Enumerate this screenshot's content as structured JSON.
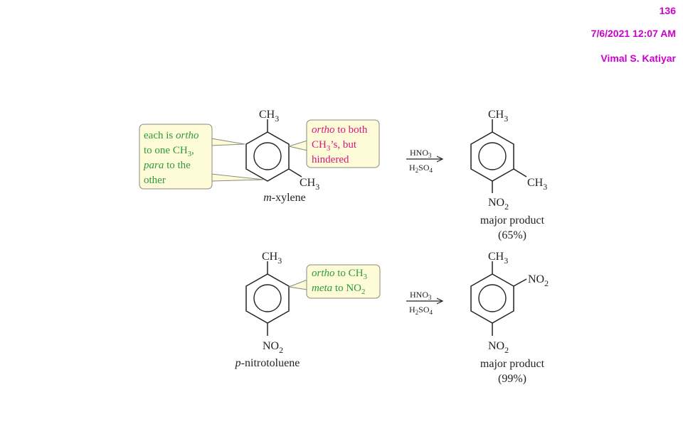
{
  "header": {
    "page_number": "136",
    "datetime": "7/6/2021 12:07 AM",
    "author": "Vimal S. Katiyar"
  },
  "colors": {
    "header": "#cc00cc",
    "note_green_text": "#2f9a3c",
    "note_pink_text": "#d6187e",
    "note_fill": "#fdfbd8",
    "note_border": "#8a8a7a"
  },
  "reaction1": {
    "reactant": {
      "label_ch3_top": "CH",
      "label_ch3_top_sub": "3",
      "label_ch3_right": "CH",
      "label_ch3_right_sub": "3",
      "name_italic": "m",
      "name_rest": "-xylene"
    },
    "note_left": {
      "line1_a": "each is ",
      "line1_b": "ortho",
      "line2_a": "to one CH",
      "line2_sub": "3",
      "line2_b": ",",
      "line3_a": "para",
      "line3_b": " to the",
      "line4": "other"
    },
    "note_right": {
      "line1_a": "ortho",
      "line1_b": " to both",
      "line2_a": "CH",
      "line2_sub": "3",
      "line2_b": "’s, but",
      "line3": "hindered"
    },
    "reagent_top": "HNO",
    "reagent_top_sub": "3",
    "reagent_bottom_a": "H",
    "reagent_bottom_sub1": "2",
    "reagent_bottom_b": "SO",
    "reagent_bottom_sub2": "4",
    "product": {
      "label_ch3_top": "CH",
      "label_ch3_top_sub": "3",
      "label_ch3_right": "CH",
      "label_ch3_right_sub": "3",
      "label_no2": "NO",
      "label_no2_sub": "2",
      "caption": "major product",
      "percent": "(65%)"
    }
  },
  "reaction2": {
    "reactant": {
      "label_ch3_top": "CH",
      "label_ch3_top_sub": "3",
      "label_no2_bottom": "NO",
      "label_no2_bottom_sub": "2",
      "name_italic": "p",
      "name_rest": "-nitrotoluene"
    },
    "note": {
      "line1_a": "ortho",
      "line1_b": " to CH",
      "line1_sub": "3",
      "line2_a": "meta",
      "line2_b": " to NO",
      "line2_sub": "2"
    },
    "reagent_top": "HNO",
    "reagent_top_sub": "3",
    "reagent_bottom_a": "H",
    "reagent_bottom_sub1": "2",
    "reagent_bottom_b": "SO",
    "reagent_bottom_sub2": "4",
    "product": {
      "label_ch3_top": "CH",
      "label_ch3_top_sub": "3",
      "label_no2_right": "NO",
      "label_no2_right_sub": "2",
      "label_no2_bottom": "NO",
      "label_no2_bottom_sub": "2",
      "caption": "major product",
      "percent": "(99%)"
    }
  }
}
